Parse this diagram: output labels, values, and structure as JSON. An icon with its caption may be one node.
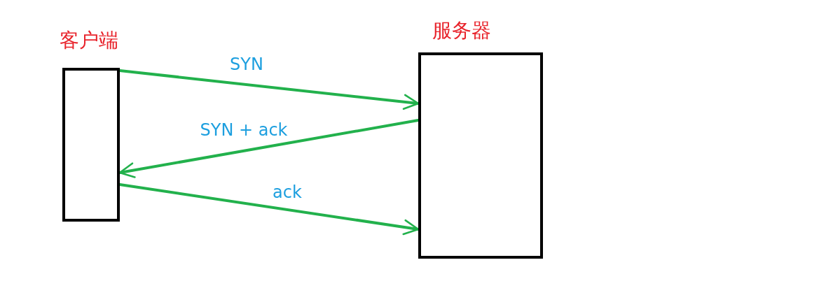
{
  "diagram": {
    "nodes": [
      {
        "text": [
          "客户端"
        ]
      },
      {
        "text": [
          "服务器"
        ]
      }
    ],
    "edges": [
      {
        "from": 0,
        "to": 1,
        "arrow": "to",
        "label": "SYN"
      },
      {
        "from": 1,
        "to": 0,
        "arrow": "to",
        "label": "SYN + ack"
      },
      {
        "from": 0,
        "to": 1,
        "arrow": "to",
        "label": "ack"
      }
    ]
  }
}
